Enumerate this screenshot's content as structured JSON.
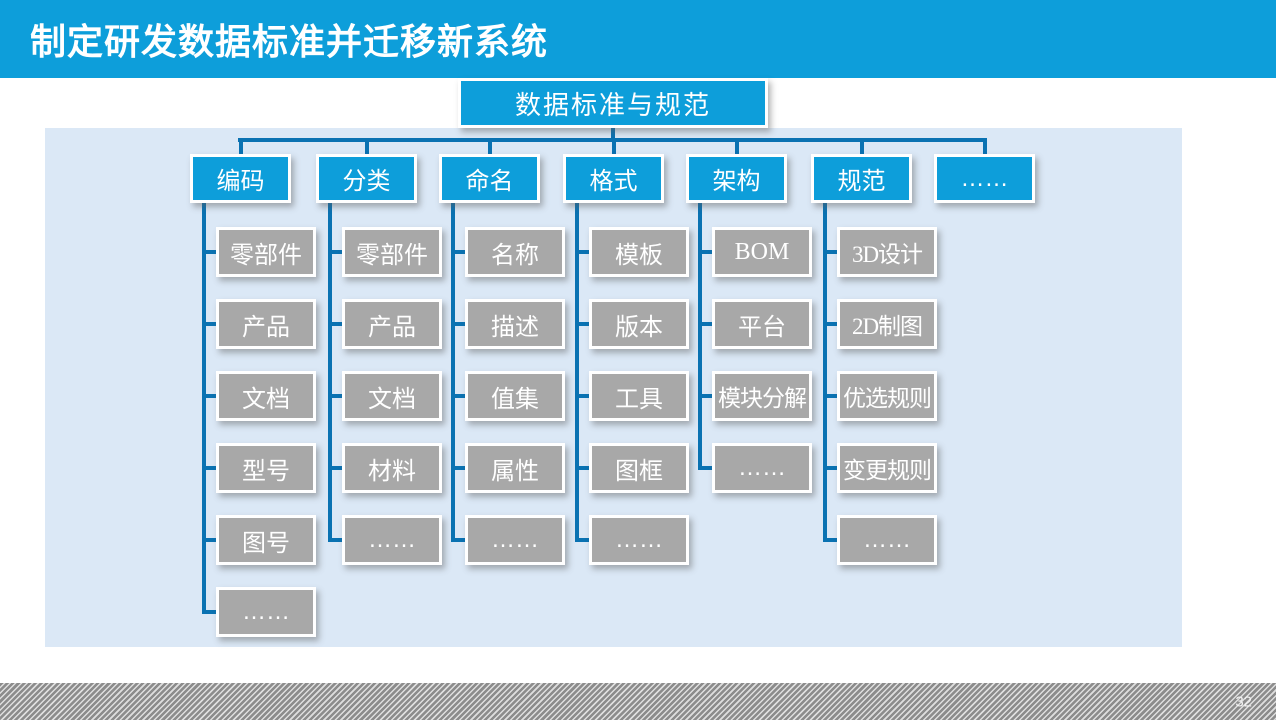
{
  "slide": {
    "title": "制定研发数据标准并迁移新系统",
    "page_number": "32"
  },
  "colors": {
    "accent_blue": "#0d9eda",
    "connector_blue": "#0a72b2",
    "panel_background": "#dbe8f6",
    "node_gray": "#a8a8a8"
  },
  "tree": {
    "root": "数据标准与规范",
    "columns": [
      {
        "label": "编码",
        "children": [
          "零部件",
          "产品",
          "文档",
          "型号",
          "图号",
          "……"
        ]
      },
      {
        "label": "分类",
        "children": [
          "零部件",
          "产品",
          "文档",
          "材料",
          "……"
        ]
      },
      {
        "label": "命名",
        "children": [
          "名称",
          "描述",
          "值集",
          "属性",
          "……"
        ]
      },
      {
        "label": "格式",
        "children": [
          "模板",
          "版本",
          "工具",
          "图框",
          "……"
        ]
      },
      {
        "label": "架构",
        "children": [
          "BOM",
          "平台",
          "模块分解",
          "……"
        ]
      },
      {
        "label": "规范",
        "children": [
          "3D设计",
          "2D制图",
          "优选规则",
          "变更规则",
          "……"
        ]
      },
      {
        "label": "……",
        "children": []
      }
    ]
  }
}
